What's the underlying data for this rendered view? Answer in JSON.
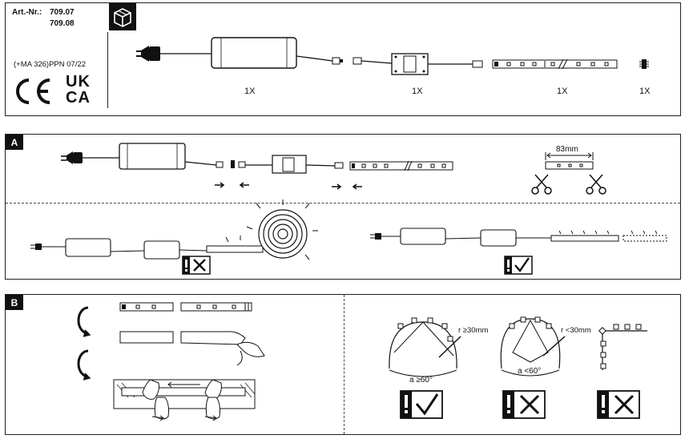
{
  "header": {
    "art_label": "Art.-Nr.:",
    "art_number_1": "709.07",
    "art_number_2": "709.08",
    "marking": "(+MA 326)PPN 07/22",
    "ce_mark": "CE",
    "ukca_line1": "UK",
    "ukca_line2": "CA"
  },
  "contents": {
    "qty_1": "1X",
    "qty_2": "1X",
    "qty_3": "1X",
    "qty_4": "1X"
  },
  "section_a": {
    "tag": "A",
    "dimension": "83mm"
  },
  "section_b": {
    "tag": "B",
    "radius_ok": "r ≥30mm",
    "radius_bad": "r <30mm",
    "angle_ok": "a ≥60°",
    "angle_bad": "a <60°"
  }
}
